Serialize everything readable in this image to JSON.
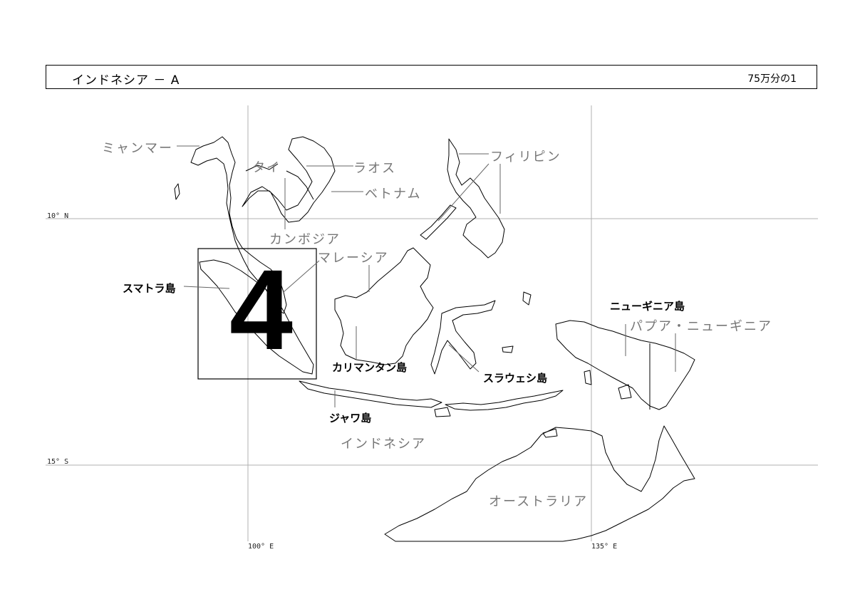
{
  "header": {
    "title": "インドネシア － A",
    "scale": "75万分の1"
  },
  "grid": {
    "lat_north": "10° N",
    "lat_south": "15° S",
    "lon_west": "100° E",
    "lon_east": "135° E"
  },
  "sheet_number": "4",
  "countries": {
    "myanmar": "ミャンマー",
    "thailand": "タイ",
    "laos": "ラオス",
    "vietnam": "ベトナム",
    "cambodia": "カンボジア",
    "philippines": "フィリピン",
    "malaysia": "マレーシア",
    "indonesia": "インドネシア",
    "papua_new_guinea": "パプア・ニューギニア",
    "australia": "オーストラリア"
  },
  "islands": {
    "sumatra": "スマトラ島",
    "kalimantan": "カリマンタン島",
    "sulawesi": "スラウェシ島",
    "java": "ジャワ島",
    "new_guinea": "ニューギニア島"
  },
  "colors": {
    "coastline": "#000000",
    "grid": "#b0b0b0",
    "country_label": "#777777",
    "island_label": "#000000"
  }
}
